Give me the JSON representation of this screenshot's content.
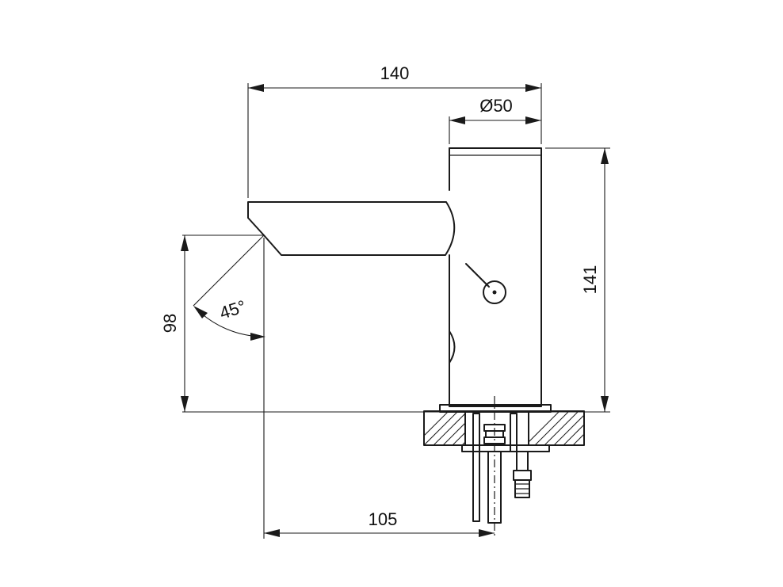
{
  "dimensions": {
    "overall_length": "140",
    "body_diameter": "Ø50",
    "body_height": "141",
    "spout_height": "98",
    "spout_angle": "45°",
    "axis_distance": "105"
  },
  "colors": {
    "line": "#1a1a1a",
    "background": "#ffffff"
  }
}
